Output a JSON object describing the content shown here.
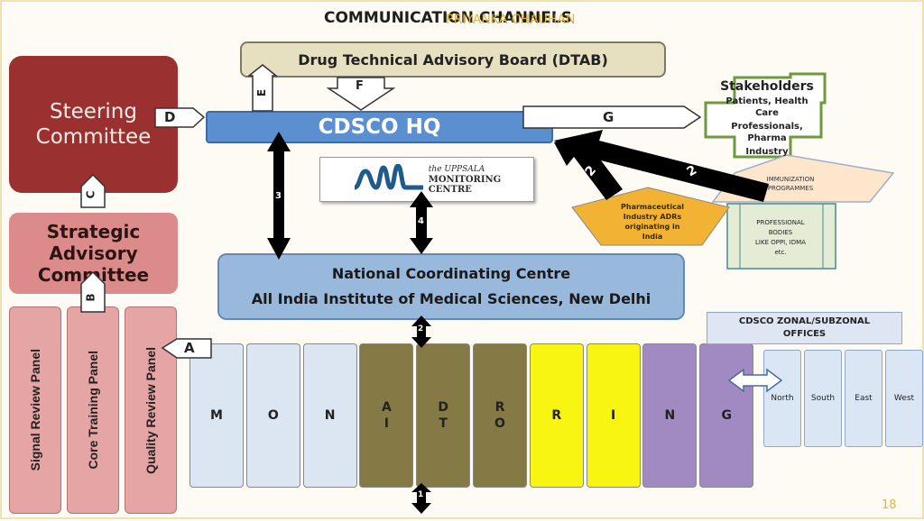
{
  "title": "COMMUNICATION CHANNELS",
  "overlay_title": "PRIYANKA CHAUHAN",
  "page_number": "18",
  "steering_committee": {
    "line1": "Steering",
    "line2": "Committee"
  },
  "strategic_committee": {
    "line1": "Strategic",
    "line2": "Advisory",
    "line3": "Committee"
  },
  "panels": [
    "Signal Review Panel",
    "Core Training Panel",
    "Quality Review Panel"
  ],
  "dtab": "Drug Technical Advisory Board (DTAB)",
  "cdsco": "CDSCO HQ",
  "uppsala": {
    "line1": "the UPPSALA",
    "line2": "MONITORING",
    "line3": "CENTRE"
  },
  "ncc": {
    "line1": "National Coordinating Centre",
    "line2": "All India Institute of Medical Sciences, New Delhi"
  },
  "stakeholders": {
    "title": "Stakeholders",
    "line1": "Patients, Health Care",
    "line2": "Professionals, Pharma",
    "line3": "Industry"
  },
  "immunization": {
    "line1": "IMMUNIZATION",
    "line2": "PROGRAMMES"
  },
  "pharma": {
    "line1": "Pharmaceutical",
    "line2": "Industry ADRs",
    "line3": "originating in",
    "line4": "India"
  },
  "professional": {
    "line1": "PROFESSIONAL",
    "line2": "BODIES",
    "line3": "LIKE OPPI, IDMA",
    "line4": "etc."
  },
  "zonal": {
    "line1": "CDSCO ZONAL/SUBZONAL",
    "line2": "OFFICES"
  },
  "zones": [
    "North",
    "South",
    "East",
    "West"
  ],
  "monitoring_columns": [
    {
      "text": "M",
      "color": "#dce5f2"
    },
    {
      "text": "O",
      "color": "#dce5f2"
    },
    {
      "text": "N",
      "color": "#dce5f2"
    },
    {
      "text": "A I",
      "color": "#857a45"
    },
    {
      "text": "D T",
      "color": "#857a45"
    },
    {
      "text": "R O",
      "color": "#857a45"
    },
    {
      "text": "R",
      "color": "#f8f512"
    },
    {
      "text": "I",
      "color": "#f8f512"
    },
    {
      "text": "N",
      "color": "#a189c1"
    },
    {
      "text": "G",
      "color": "#a189c1"
    }
  ],
  "arrow_labels": {
    "A": "A",
    "B": "B",
    "C": "C",
    "D": "D",
    "E": "E",
    "F": "F",
    "G": "G",
    "n1": "1",
    "n2": "2",
    "n3": "3",
    "n4": "4",
    "n2a": "2",
    "n2b": "2"
  },
  "colors": {
    "steering": "#9b3031",
    "strategic": "#dc8b8b",
    "panel": "#e6a5a5",
    "cdsco": "#5b8fd0",
    "ncc": "#98b8dc",
    "pharma": "#f2b233",
    "immunization": "#fde6cc"
  }
}
